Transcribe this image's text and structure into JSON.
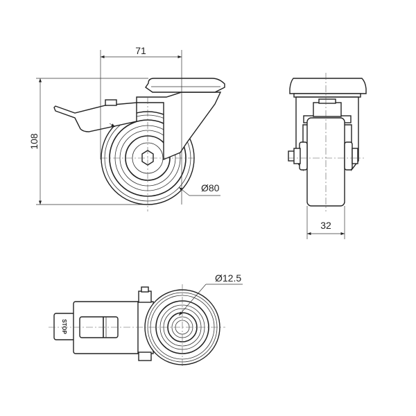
{
  "dimensions": {
    "mount_offset": "71",
    "overall_height": "108",
    "wheel_diameter": "Ø80",
    "wheel_width": "32",
    "bore_diameter": "Ø12.5"
  },
  "brake_label": "STOP"
}
